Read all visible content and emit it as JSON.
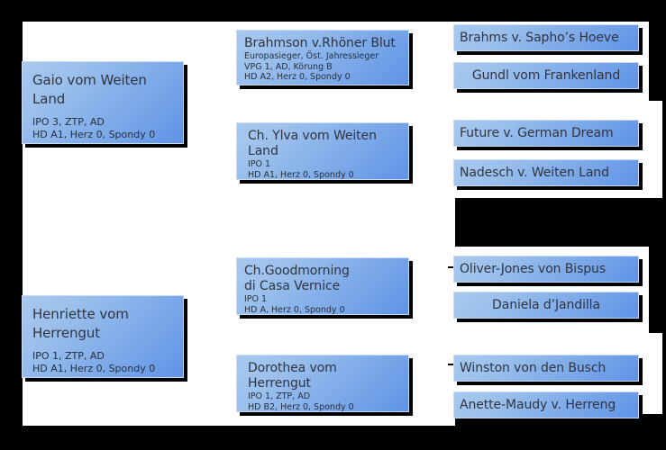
{
  "document": {
    "type": "pedigree-chart",
    "background_color": "#000000",
    "panel_color": "#ffffff",
    "node_gradient_from": "#a8c9ef",
    "node_gradient_to": "#5f93e6",
    "node_text_color": "#2f3440"
  },
  "pedigree": {
    "generation1": [
      {
        "name_line1": "Gaio vom Weiten",
        "name_line2": "Land",
        "stat1": "IPO 3, ZTP, AD",
        "stat2": "HD A1, Herz 0, Spondy 0"
      },
      {
        "name_line1": "Henriette vom",
        "name_line2": "Herrengut",
        "stat1": "IPO 1, ZTP, AD",
        "stat2": "HD A1, Herz 0, Spondy 0"
      }
    ],
    "generation2": [
      {
        "name_line1": "Brahmson v.Rhöner Blut",
        "name_line2": "",
        "stat1": "Europasieger, Öst. Jahressieger",
        "stat2": "VPG 1, AD, Körung B",
        "stat3": "HD A2, Herz 0, Spondy 0"
      },
      {
        "name_line1": "Ch. Ylva vom Weiten",
        "name_line2": "Land",
        "stat1": "IPO 1",
        "stat2": "HD A1, Herz 0, Spondy 0",
        "stat3": ""
      },
      {
        "name_line1": "Ch.Goodmorning",
        "name_line2": "di Casa Vernice",
        "stat1": "IPO 1",
        "stat2": "HD A, Herz 0, Spondy 0",
        "stat3": ""
      },
      {
        "name_line1": "Dorothea vom",
        "name_line2": "Herrengut",
        "stat1": "IPO 1, ZTP, AD",
        "stat2": "HD B2, Herz 0, Spondy 0",
        "stat3": ""
      }
    ],
    "generation3": [
      {
        "name": "Brahms v. Sapho’s Hoeve",
        "align": "left"
      },
      {
        "name": "Gundl vom Frankenland",
        "align": "center"
      },
      {
        "name": "Future v. German Dream",
        "align": "left"
      },
      {
        "name": "Nadesch v. Weiten Land",
        "align": "left"
      },
      {
        "name": "Oliver-Jones von Bispus",
        "align": "left"
      },
      {
        "name": "Daniela d’Jandilla",
        "align": "center"
      },
      {
        "name": "Winston von den Busch",
        "align": "left"
      },
      {
        "name": "Anette-Maudy v. Herreng",
        "align": "left"
      }
    ]
  }
}
